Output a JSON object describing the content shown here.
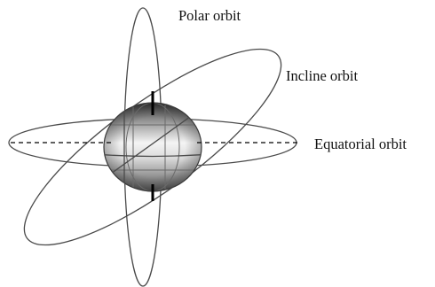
{
  "labels": {
    "polar": "Polar orbit",
    "incline": "Incline orbit",
    "equatorial": "Equatorial orbit"
  },
  "colors": {
    "line": "#4a4a4a",
    "axis": "#000000",
    "globe_light": "#f2f2f2",
    "globe_dark": "#555555"
  }
}
